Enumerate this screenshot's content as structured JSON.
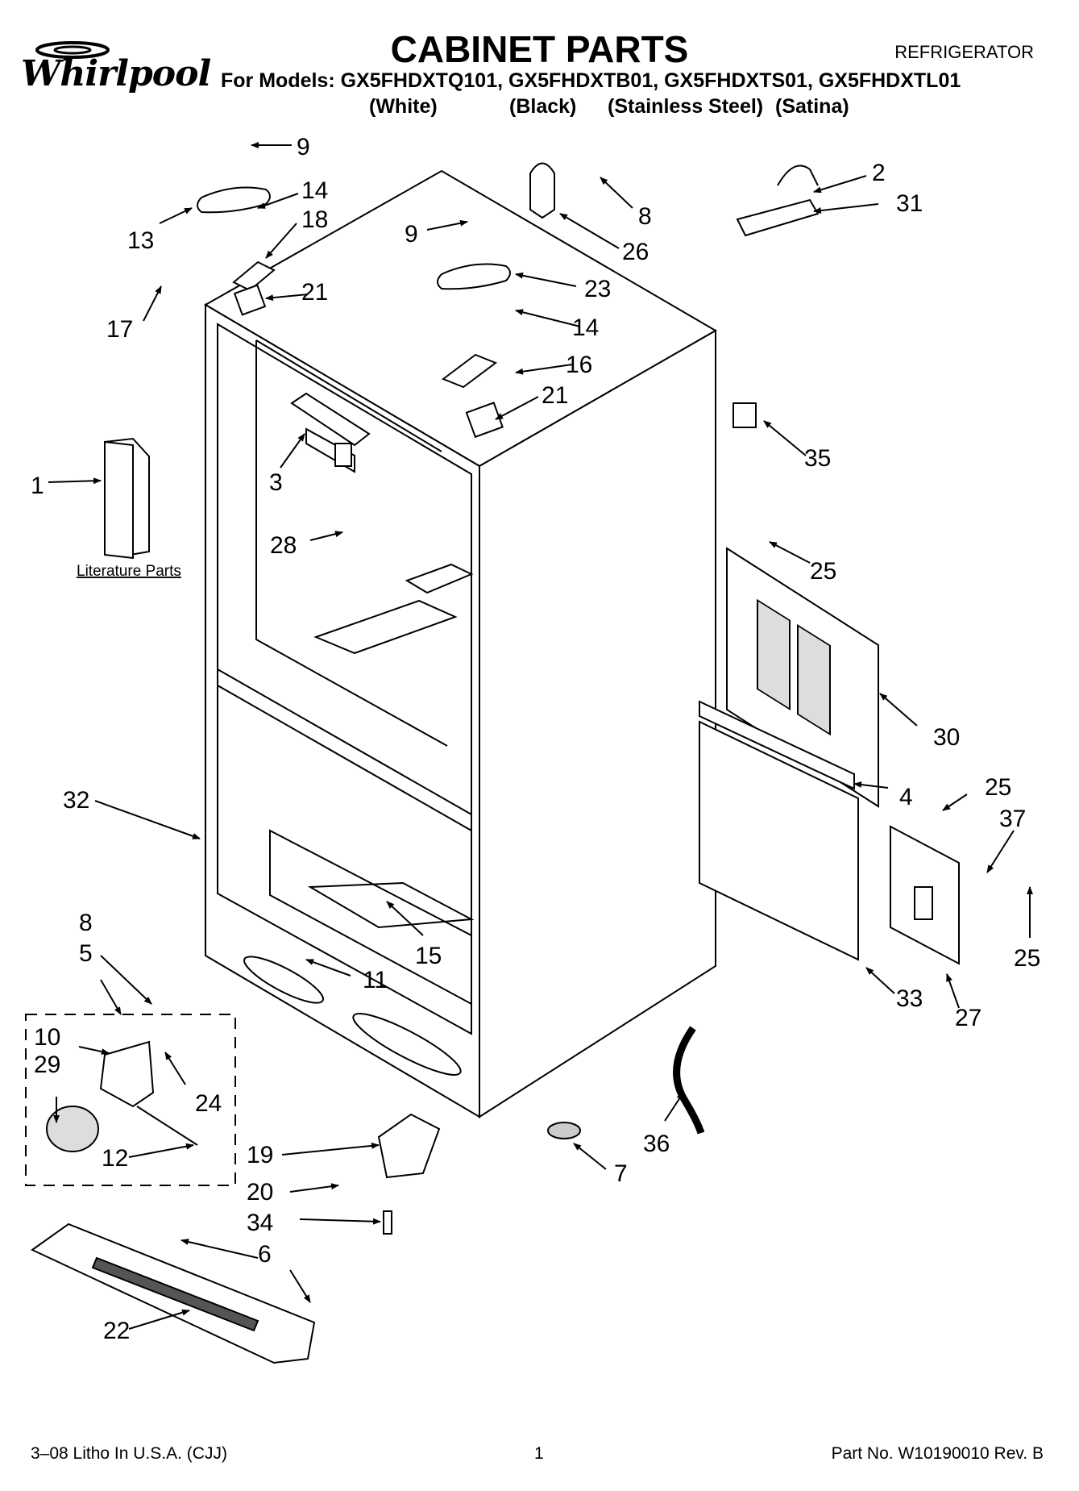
{
  "header": {
    "brand": "Whirlpool",
    "title": "CABINET PARTS",
    "appliance": "REFRIGERATOR",
    "models_line": "For Models: GX5FHDXTQ101, GX5FHDXTB01, GX5FHDXTS01, GX5FHDXTL01",
    "variants": [
      "(White)",
      "(Black)",
      "(Stainless Steel)",
      "(Satina)"
    ]
  },
  "literature_label": "Literature Parts",
  "callouts": [
    "9",
    "14",
    "13",
    "18",
    "17",
    "21",
    "9",
    "23",
    "8",
    "26",
    "2",
    "31",
    "14",
    "16",
    "21",
    "35",
    "1",
    "3",
    "28",
    "25",
    "30",
    "4",
    "25",
    "37",
    "32",
    "15",
    "11",
    "8",
    "5",
    "10",
    "29",
    "24",
    "12",
    "33",
    "27",
    "25",
    "19",
    "20",
    "34",
    "7",
    "36",
    "6",
    "22"
  ],
  "footer": {
    "left": "3–08 Litho In U.S.A. (CJJ)",
    "center": "1",
    "right": "Part No. W10190010 Rev. B"
  }
}
